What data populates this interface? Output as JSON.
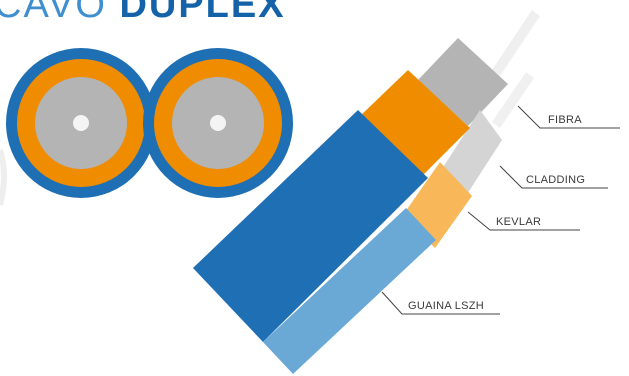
{
  "title": {
    "prefix": "CAVO",
    "emphasis": "DUPLEX"
  },
  "labels": {
    "fibra": "FIBRA",
    "cladding": "CLADDING",
    "kevlar": "KEVLAR",
    "guaina": "GUAINA LSZH"
  },
  "colors": {
    "outer_sheath_blue": "#1f6fb4",
    "sheath_light_blue": "#6aa9d6",
    "kevlar_orange": "#ef8c00",
    "kevlar_light": "#f8b85a",
    "cladding_grey": "#b4b4b4",
    "cladding_light": "#d4d4d4",
    "fiber_white": "#f1f1f1",
    "leader_line": "#444444"
  }
}
